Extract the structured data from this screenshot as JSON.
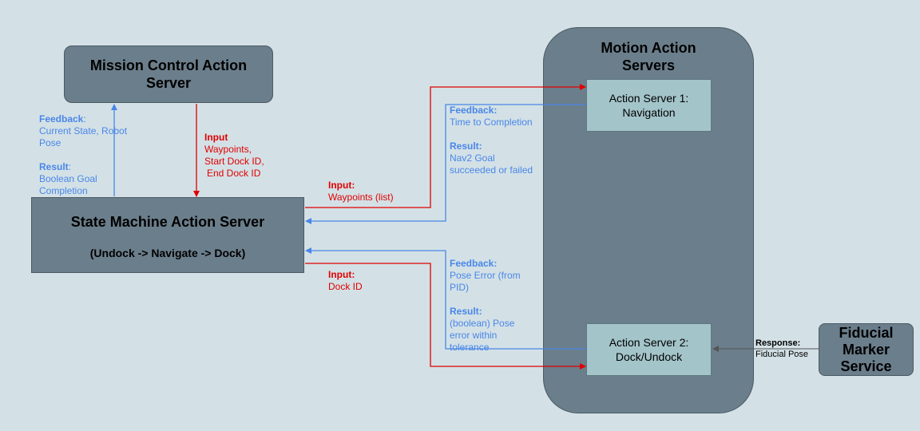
{
  "nodes": {
    "mission_control": "Mission Control Action Server",
    "state_machine_title": "State Machine Action Server",
    "state_machine_subtitle": "(Undock -> Navigate -> Dock)",
    "motion_group": "Motion Action Servers",
    "action_server_1": "Action Server 1: Navigation",
    "action_server_2": "Action Server 2: Dock/Undock",
    "fiducial": "Fiducial Marker Service"
  },
  "labels": {
    "mission_feedback_head": "Feedback",
    "mission_feedback_body": "Current State, Robot Pose",
    "mission_result_head": "Result",
    "mission_result_body": "Boolean Goal Completion",
    "mission_input_head": "Input",
    "mission_input_line1": "Waypoints,",
    "mission_input_line2": "Start Dock ID,",
    "mission_input_line3": "End Dock ID",
    "nav_input_head": "Input:",
    "nav_input_body": "Waypoints (list)",
    "nav_feedback_head": "Feedback:",
    "nav_feedback_body": "Time to Completion",
    "nav_result_head": "Result:",
    "nav_result_body": "Nav2 Goal succeeded or failed",
    "dock_input_head": "Input:",
    "dock_input_body": "Dock ID",
    "dock_feedback_head": "Feedback:",
    "dock_feedback_body": "Pose Error (from PID)",
    "dock_result_head": "Result:",
    "dock_result_body": "(boolean) Pose error within tolerance",
    "fiducial_response_head": "Response:",
    "fiducial_response_body": "Fiducial Pose"
  },
  "colors": {
    "background": "#d3e1e6",
    "dark_box": "#6b7e8b",
    "light_box": "#a3c4c9",
    "input_arrow": "#e00000",
    "feedback_arrow": "#4a86e8",
    "response_arrow": "#555555"
  }
}
